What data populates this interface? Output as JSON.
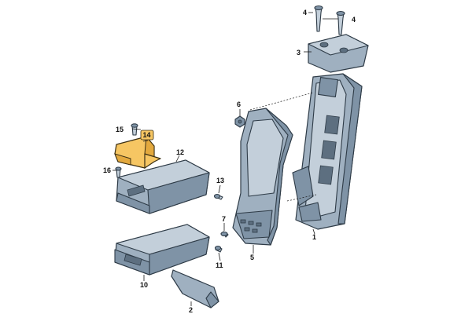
{
  "callouts": {
    "p1": "1",
    "p2": "2",
    "p3": "3",
    "p4a": "4",
    "p4b": "4",
    "p5": "5",
    "p6": "6",
    "p7": "7",
    "p10": "10",
    "p11": "11",
    "p12": "12",
    "p13": "13",
    "p14": "14",
    "p15": "15",
    "p16": "16"
  },
  "highlight_color": "#f6c663",
  "part_color": "#9fb0c0"
}
